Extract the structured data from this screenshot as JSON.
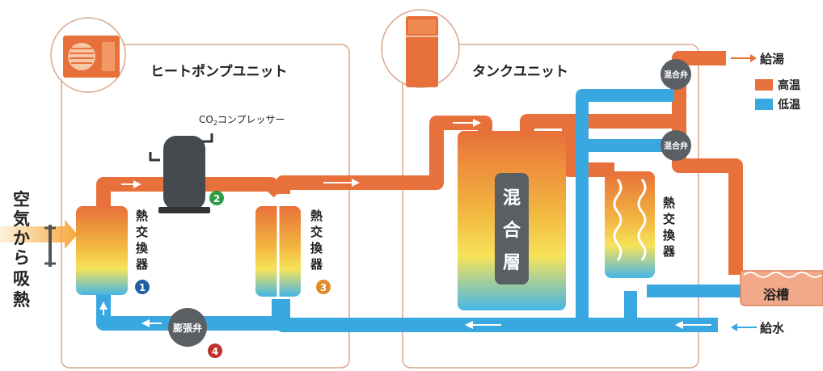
{
  "units": {
    "heat_pump_title": "ヒートポンプユニット",
    "tank_title": "タンクユニット"
  },
  "left_label": [
    "空",
    "気",
    "か",
    "ら",
    "吸",
    "熱"
  ],
  "compressor": {
    "label_prefix": "CO",
    "label_sub": "2",
    "label_suffix": "コンプレッサー",
    "step": "2"
  },
  "hx1": {
    "label": [
      "熱",
      "交",
      "換",
      "器"
    ],
    "step": "1"
  },
  "hx3": {
    "label": [
      "熱",
      "交",
      "換",
      "器"
    ],
    "step": "3"
  },
  "hx_tank": {
    "label": [
      "熱",
      "交",
      "換",
      "器"
    ]
  },
  "expansion_valve": {
    "label": "膨張弁",
    "step": "4"
  },
  "mixing_layer": {
    "label": [
      "混",
      "合",
      "層"
    ]
  },
  "mixing_valve_top": {
    "label": "混合弁"
  },
  "mixing_valve_mid": {
    "label": "混合弁"
  },
  "outputs": {
    "hot_supply": "給湯",
    "water_supply": "給水",
    "bathtub": "浴槽"
  },
  "legend": [
    {
      "label": "高温",
      "color": "#e8703a"
    },
    {
      "label": "低温",
      "color": "#3aa8e0"
    }
  ],
  "colors": {
    "hot": "#e8703a",
    "cold": "#3aa8e0",
    "frame": "#d9a88c",
    "step1": "#1f5fa5",
    "step2": "#2e9b45",
    "step3": "#e08a2a",
    "step4": "#c0302a"
  }
}
